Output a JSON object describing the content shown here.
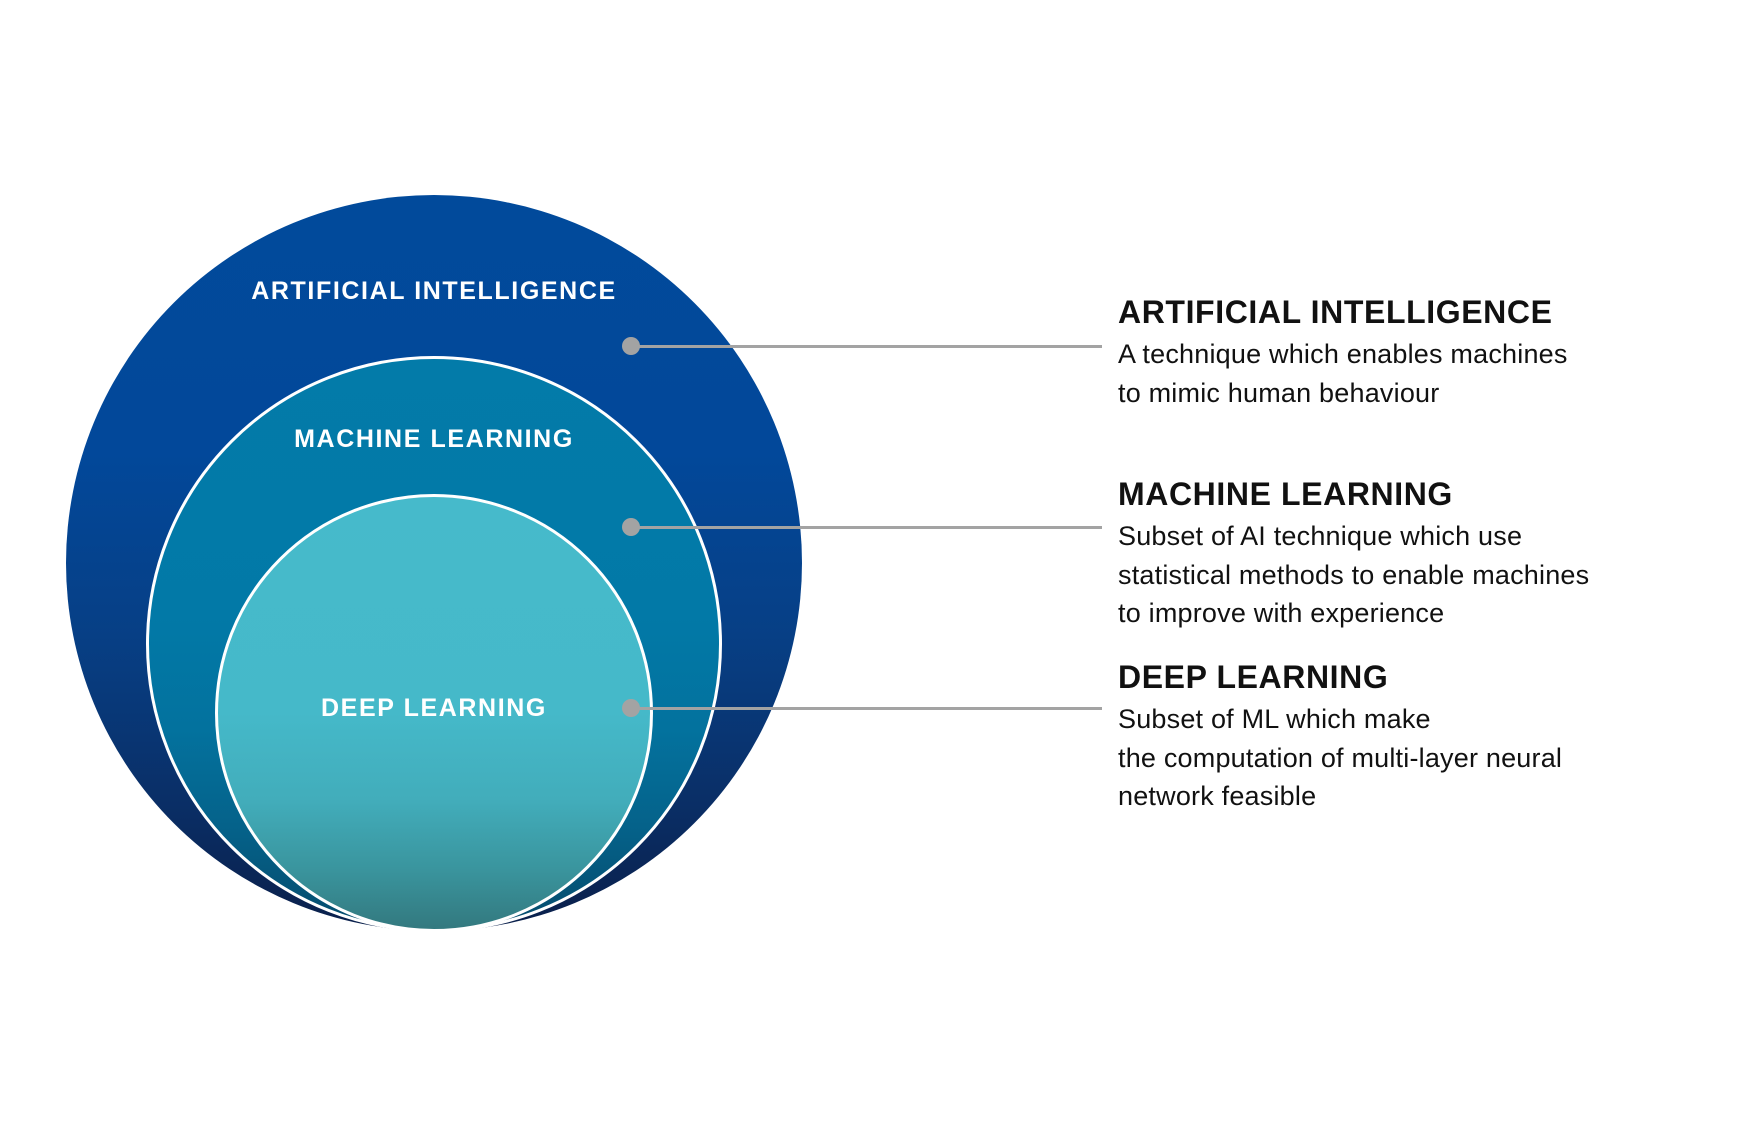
{
  "diagram": {
    "type": "nested-circles",
    "circles": [
      {
        "label": "ARTIFICIAL INTELLIGENCE",
        "color_top": "#014a9b",
        "color_bottom": "#0a1f4a"
      },
      {
        "label": "MACHINE LEARNING",
        "color_top": "#037ba9",
        "color_bottom": "#054b6c"
      },
      {
        "label": "DEEP LEARNING",
        "color_top": "#46bacb",
        "color_bottom": "#33797f"
      }
    ],
    "connector_color": "#a3a3a3",
    "border_color": "#ffffff"
  },
  "legend": [
    {
      "title": "ARTIFICIAL INTELLIGENCE",
      "lines": [
        "A technique which enables machines",
        "to mimic human behaviour"
      ]
    },
    {
      "title": "MACHINE LEARNING",
      "lines": [
        "Subset of AI technique which use",
        "statistical methods to enable machines",
        "to improve with experience"
      ]
    },
    {
      "title": "DEEP LEARNING",
      "lines": [
        "Subset of ML which make",
        "the computation of multi-layer neural",
        "network feasible"
      ]
    }
  ]
}
